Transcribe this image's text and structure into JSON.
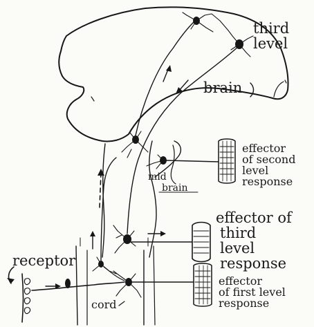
{
  "labels": {
    "third_level": [
      "third",
      "level"
    ],
    "brain": "brain",
    "mid_brain": [
      "mid",
      "brain"
    ],
    "effector_second": [
      "effector",
      "of second",
      "level",
      "response"
    ],
    "effector_third": [
      "effector of",
      "third",
      "level",
      "response"
    ],
    "effector_first": [
      "effector",
      "of first level",
      "response"
    ],
    "receptor": "receptor",
    "cord": "cord"
  },
  "colors": {
    "ink": "#161616",
    "paper": "#fbfbf8"
  }
}
